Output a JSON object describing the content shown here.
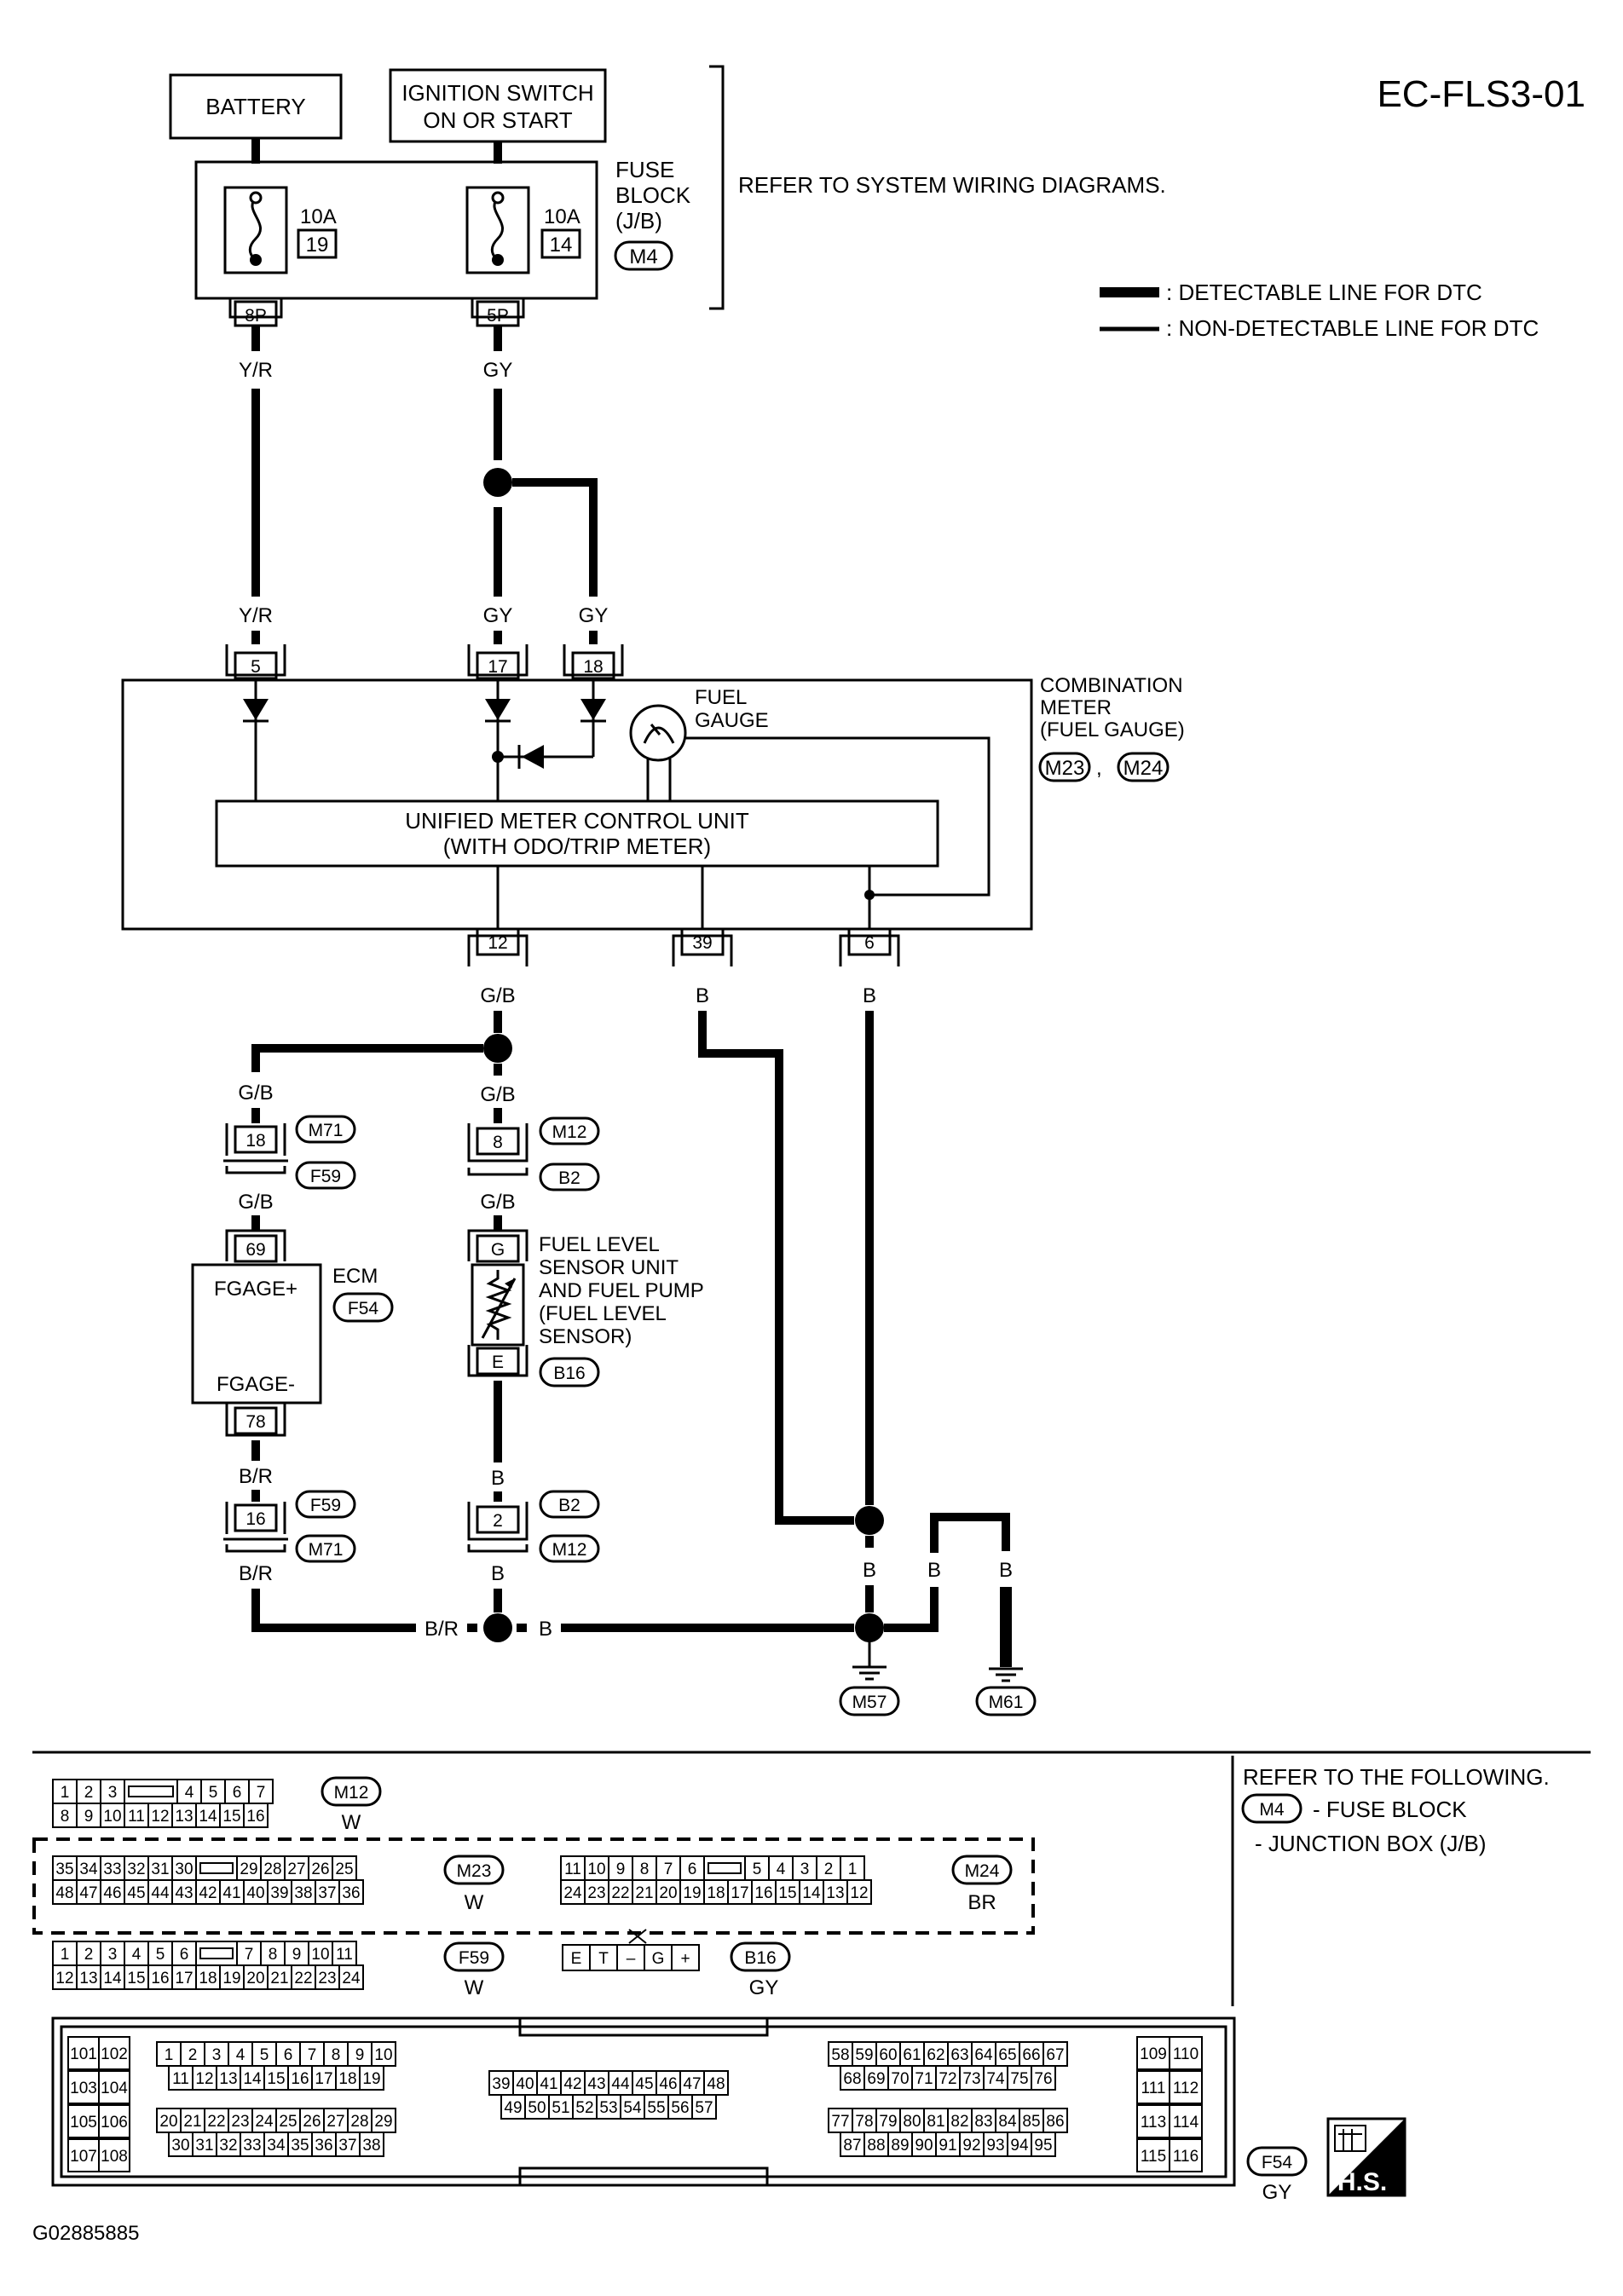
{
  "title": "EC-FLS3-01",
  "figure_code": "G02885885",
  "battery": "BATTERY",
  "ignition": [
    "IGNITION SWITCH",
    "ON OR START"
  ],
  "fuse_block": {
    "label": [
      "FUSE",
      "BLOCK",
      "(J/B)"
    ],
    "connector": "M4",
    "fuse_a": {
      "amp": "10A",
      "no": "19",
      "pin": "8P",
      "wire": "Y/R"
    },
    "fuse_b": {
      "amp": "10A",
      "no": "14",
      "pin": "5P",
      "wire": "GY"
    }
  },
  "refer_system": "REFER TO SYSTEM WIRING DIAGRAMS.",
  "legend": {
    "detectable": ": DETECTABLE LINE FOR DTC",
    "non_detectable": ": NON-DETECTABLE LINE FOR DTC"
  },
  "meter": {
    "label": [
      "COMBINATION",
      "METER",
      "(FUEL GAUGE)"
    ],
    "conn_a": "M23",
    "conn_sep": ",",
    "conn_b": "M24",
    "gauge": [
      "FUEL",
      "GAUGE"
    ],
    "unit": [
      "UNIFIED METER CONTROL UNIT",
      "(WITH ODO/TRIP METER)"
    ],
    "pins_in": [
      {
        "pin": "5",
        "wire": "Y/R"
      },
      {
        "pin": "17",
        "wire": "GY"
      },
      {
        "pin": "18",
        "wire": "GY"
      }
    ],
    "pins_out": [
      {
        "pin": "12",
        "wire": "G/B"
      },
      {
        "pin": "39",
        "wire": "B"
      },
      {
        "pin": "6",
        "wire": "B"
      }
    ]
  },
  "left_branch": {
    "wire_top": "G/B",
    "joint": {
      "pin": "18",
      "conn_top": "M71",
      "conn_bottom": "F59"
    },
    "wire_mid": "G/B",
    "ecm": {
      "label": "ECM",
      "conn": "F54",
      "pin_top": "69",
      "pin_bottom": "78",
      "term_top": "FGAGE+",
      "term_bottom": "FGAGE-"
    },
    "wire_low": "B/R",
    "joint2": {
      "pin": "16",
      "conn_top": "F59",
      "conn_bottom": "M71"
    },
    "wire_bottom": "B/R"
  },
  "center_branch": {
    "wire_top": "G/B",
    "joint": {
      "pin": "8",
      "conn_top": "M12",
      "conn_bottom": "B2"
    },
    "wire_mid": "G/B",
    "sensor": {
      "label": [
        "FUEL LEVEL",
        "SENSOR UNIT",
        "AND FUEL PUMP",
        "(FUEL LEVEL",
        "SENSOR)"
      ],
      "conn": "B16",
      "pin_g": "G",
      "pin_e": "E"
    },
    "wire_low": "B",
    "joint2": {
      "pin": "2",
      "conn_top": "B2",
      "conn_bottom": "M12"
    },
    "wire_bottom": "B"
  },
  "ground": {
    "br": "B/R",
    "b1": "B",
    "b2": "B",
    "b3": "B",
    "b4": "B",
    "m57": "M57",
    "m61": "M61"
  },
  "refer_following": {
    "title": "REFER TO THE FOLLOWING.",
    "conn": "M4",
    "item1": "- FUSE BLOCK",
    "item2": "- JUNCTION BOX (J/B)"
  },
  "connectors": {
    "m12": {
      "name": "M12",
      "color": "W",
      "top": [
        "1",
        "2",
        "3",
        "",
        "4",
        "5",
        "6",
        "7"
      ],
      "bottom": [
        "8",
        "9",
        "10",
        "11",
        "12",
        "13",
        "14",
        "15",
        "16"
      ]
    },
    "m23": {
      "name": "M23",
      "color": "W",
      "top": [
        "35",
        "34",
        "33",
        "32",
        "31",
        "30",
        "",
        "29",
        "28",
        "27",
        "26",
        "25"
      ],
      "bottom": [
        "48",
        "47",
        "46",
        "45",
        "44",
        "43",
        "42",
        "41",
        "40",
        "39",
        "38",
        "37",
        "36"
      ]
    },
    "m24": {
      "name": "M24",
      "color": "BR",
      "top": [
        "11",
        "10",
        "9",
        "8",
        "7",
        "6",
        "",
        "5",
        "4",
        "3",
        "2",
        "1"
      ],
      "bottom": [
        "24",
        "23",
        "22",
        "21",
        "20",
        "19",
        "18",
        "17",
        "16",
        "15",
        "14",
        "13",
        "12"
      ]
    },
    "f59": {
      "name": "F59",
      "color": "W",
      "top": [
        "1",
        "2",
        "3",
        "4",
        "5",
        "6",
        "",
        "7",
        "8",
        "9",
        "10",
        "11"
      ],
      "bottom": [
        "12",
        "13",
        "14",
        "15",
        "16",
        "17",
        "18",
        "19",
        "20",
        "21",
        "22",
        "23",
        "24"
      ]
    },
    "b16": {
      "name": "B16",
      "color": "GY",
      "pins": [
        "E",
        "T",
        "–",
        "G",
        "+"
      ]
    },
    "f54": {
      "name": "F54",
      "color": "GY",
      "left": [
        [
          "101",
          "102"
        ],
        [
          "103",
          "104"
        ],
        [
          "105",
          "106"
        ],
        [
          "107",
          "108"
        ]
      ],
      "r1": [
        "1",
        "2",
        "3",
        "4",
        "5",
        "6",
        "7",
        "8",
        "9",
        "10"
      ],
      "r2": [
        "11",
        "12",
        "13",
        "14",
        "15",
        "16",
        "17",
        "18",
        "19"
      ],
      "r3": [
        "20",
        "21",
        "22",
        "23",
        "24",
        "25",
        "26",
        "27",
        "28",
        "29"
      ],
      "r4": [
        "30",
        "31",
        "32",
        "33",
        "34",
        "35",
        "36",
        "37",
        "38"
      ],
      "m1": [
        "39",
        "40",
        "41",
        "42",
        "43",
        "44",
        "45",
        "46",
        "47",
        "48"
      ],
      "m2": [
        "49",
        "50",
        "51",
        "52",
        "53",
        "54",
        "55",
        "56",
        "57"
      ],
      "s1": [
        "58",
        "59",
        "60",
        "61",
        "62",
        "63",
        "64",
        "65",
        "66",
        "67"
      ],
      "s2": [
        "68",
        "69",
        "70",
        "71",
        "72",
        "73",
        "74",
        "75",
        "76"
      ],
      "s3": [
        "77",
        "78",
        "79",
        "80",
        "81",
        "82",
        "83",
        "84",
        "85",
        "86"
      ],
      "s4": [
        "87",
        "88",
        "89",
        "90",
        "91",
        "92",
        "93",
        "94",
        "95"
      ],
      "right": [
        [
          "109",
          "110"
        ],
        [
          "111",
          "112"
        ],
        [
          "113",
          "114"
        ],
        [
          "115",
          "116"
        ]
      ]
    }
  },
  "hs_badge": "H.S."
}
